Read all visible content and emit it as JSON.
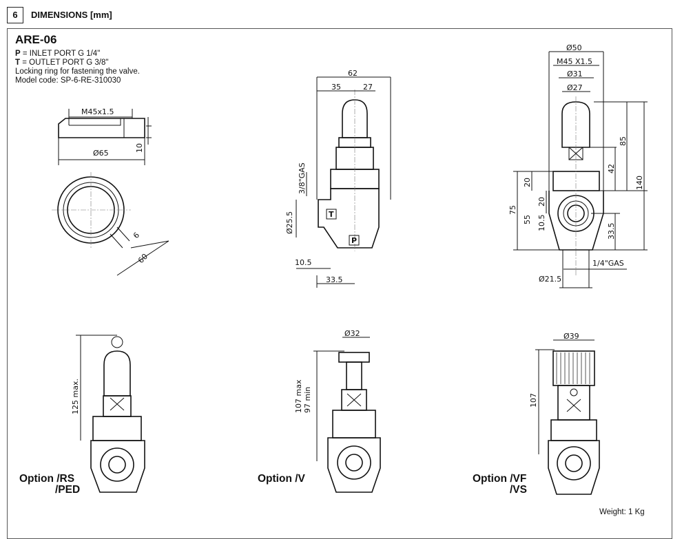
{
  "section": {
    "number": "6",
    "title": "DIMENSIONS [mm]"
  },
  "model": {
    "name": "ARE-06",
    "lines": [
      {
        "key": "P",
        "text": " = INLET PORT G 1/4\""
      },
      {
        "key": "T",
        "text": " = OUTLET PORT G 3/8\""
      },
      {
        "key": "",
        "text": "Locking ring for fastening the valve."
      },
      {
        "key": "",
        "text": "Model code: SP-6-RE-310030"
      }
    ]
  },
  "ring": {
    "thread": "M45x1.5",
    "diameter": "Ø65",
    "height": "10",
    "slot": "6",
    "span": "60"
  },
  "side_view": {
    "width": "62",
    "left": "35",
    "right": "27",
    "outlet": "3/8\"GAS",
    "port_dia": "Ø25.5",
    "offset": "10.5",
    "depth": "33.5",
    "t_label": "T",
    "p_label": "P"
  },
  "front_view": {
    "d50": "Ø50",
    "thread": "M45 X1.5",
    "d31": "Ø31",
    "d27": "Ø27",
    "h85": "85",
    "h42": "42",
    "h140": "140",
    "h20a": "20",
    "h75": "75",
    "h20b": "20",
    "h55": "55",
    "h10_5": "10.5",
    "h33_5": "33.5",
    "inlet": "1/4\"GAS",
    "d21_5": "Ø21.5"
  },
  "options": [
    {
      "label": "Option /RS",
      "label2": "/PED",
      "dim": "125 max."
    },
    {
      "label": "Option /V",
      "dim_max": "107 max",
      "dim_min": "97 min",
      "dia": "Ø32"
    },
    {
      "label": "Option /VF",
      "label2": "/VS",
      "dim": "107",
      "dia": "Ø39"
    }
  ],
  "weight": "Weight: 1 Kg"
}
